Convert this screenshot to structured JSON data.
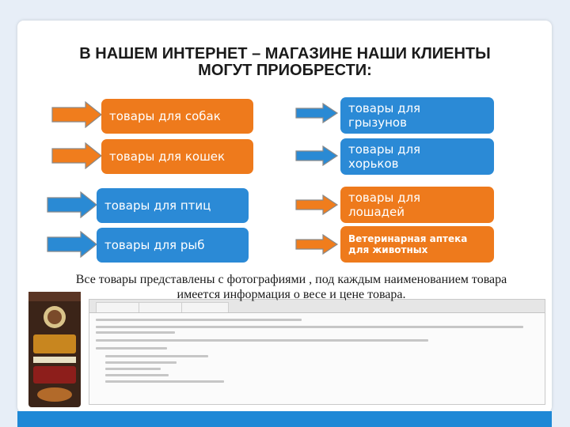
{
  "title": {
    "line1": "В НАШЕМ ИНТЕРНЕТ – МАГАЗИНЕ НАШИ КЛИЕНТЫ",
    "line2": "МОГУТ ПРИОБРЕСТИ:"
  },
  "left_items": [
    "товары для собак",
    "товары для кошек",
    "товары для птиц",
    "товары для рыб"
  ],
  "right_items": [
    {
      "line1": "товары для",
      "line2": "грызунов"
    },
    {
      "line1": "товары для",
      "line2": "хорьков"
    },
    {
      "line1": "товары для",
      "line2": "лошадей"
    },
    {
      "line1": "Ветеринарная аптека",
      "line2": "для животных"
    }
  ],
  "caption": {
    "line1": "Все товары представлены с фотографиями , под каждым наименованием товара",
    "line2": "имеется информация о весе и цене товара."
  },
  "colors": {
    "orange": "#ee7a1c",
    "blue": "#2b8ad6",
    "arrow_orange": "#f07d1d",
    "arrow_blue": "#2a8ad4"
  }
}
